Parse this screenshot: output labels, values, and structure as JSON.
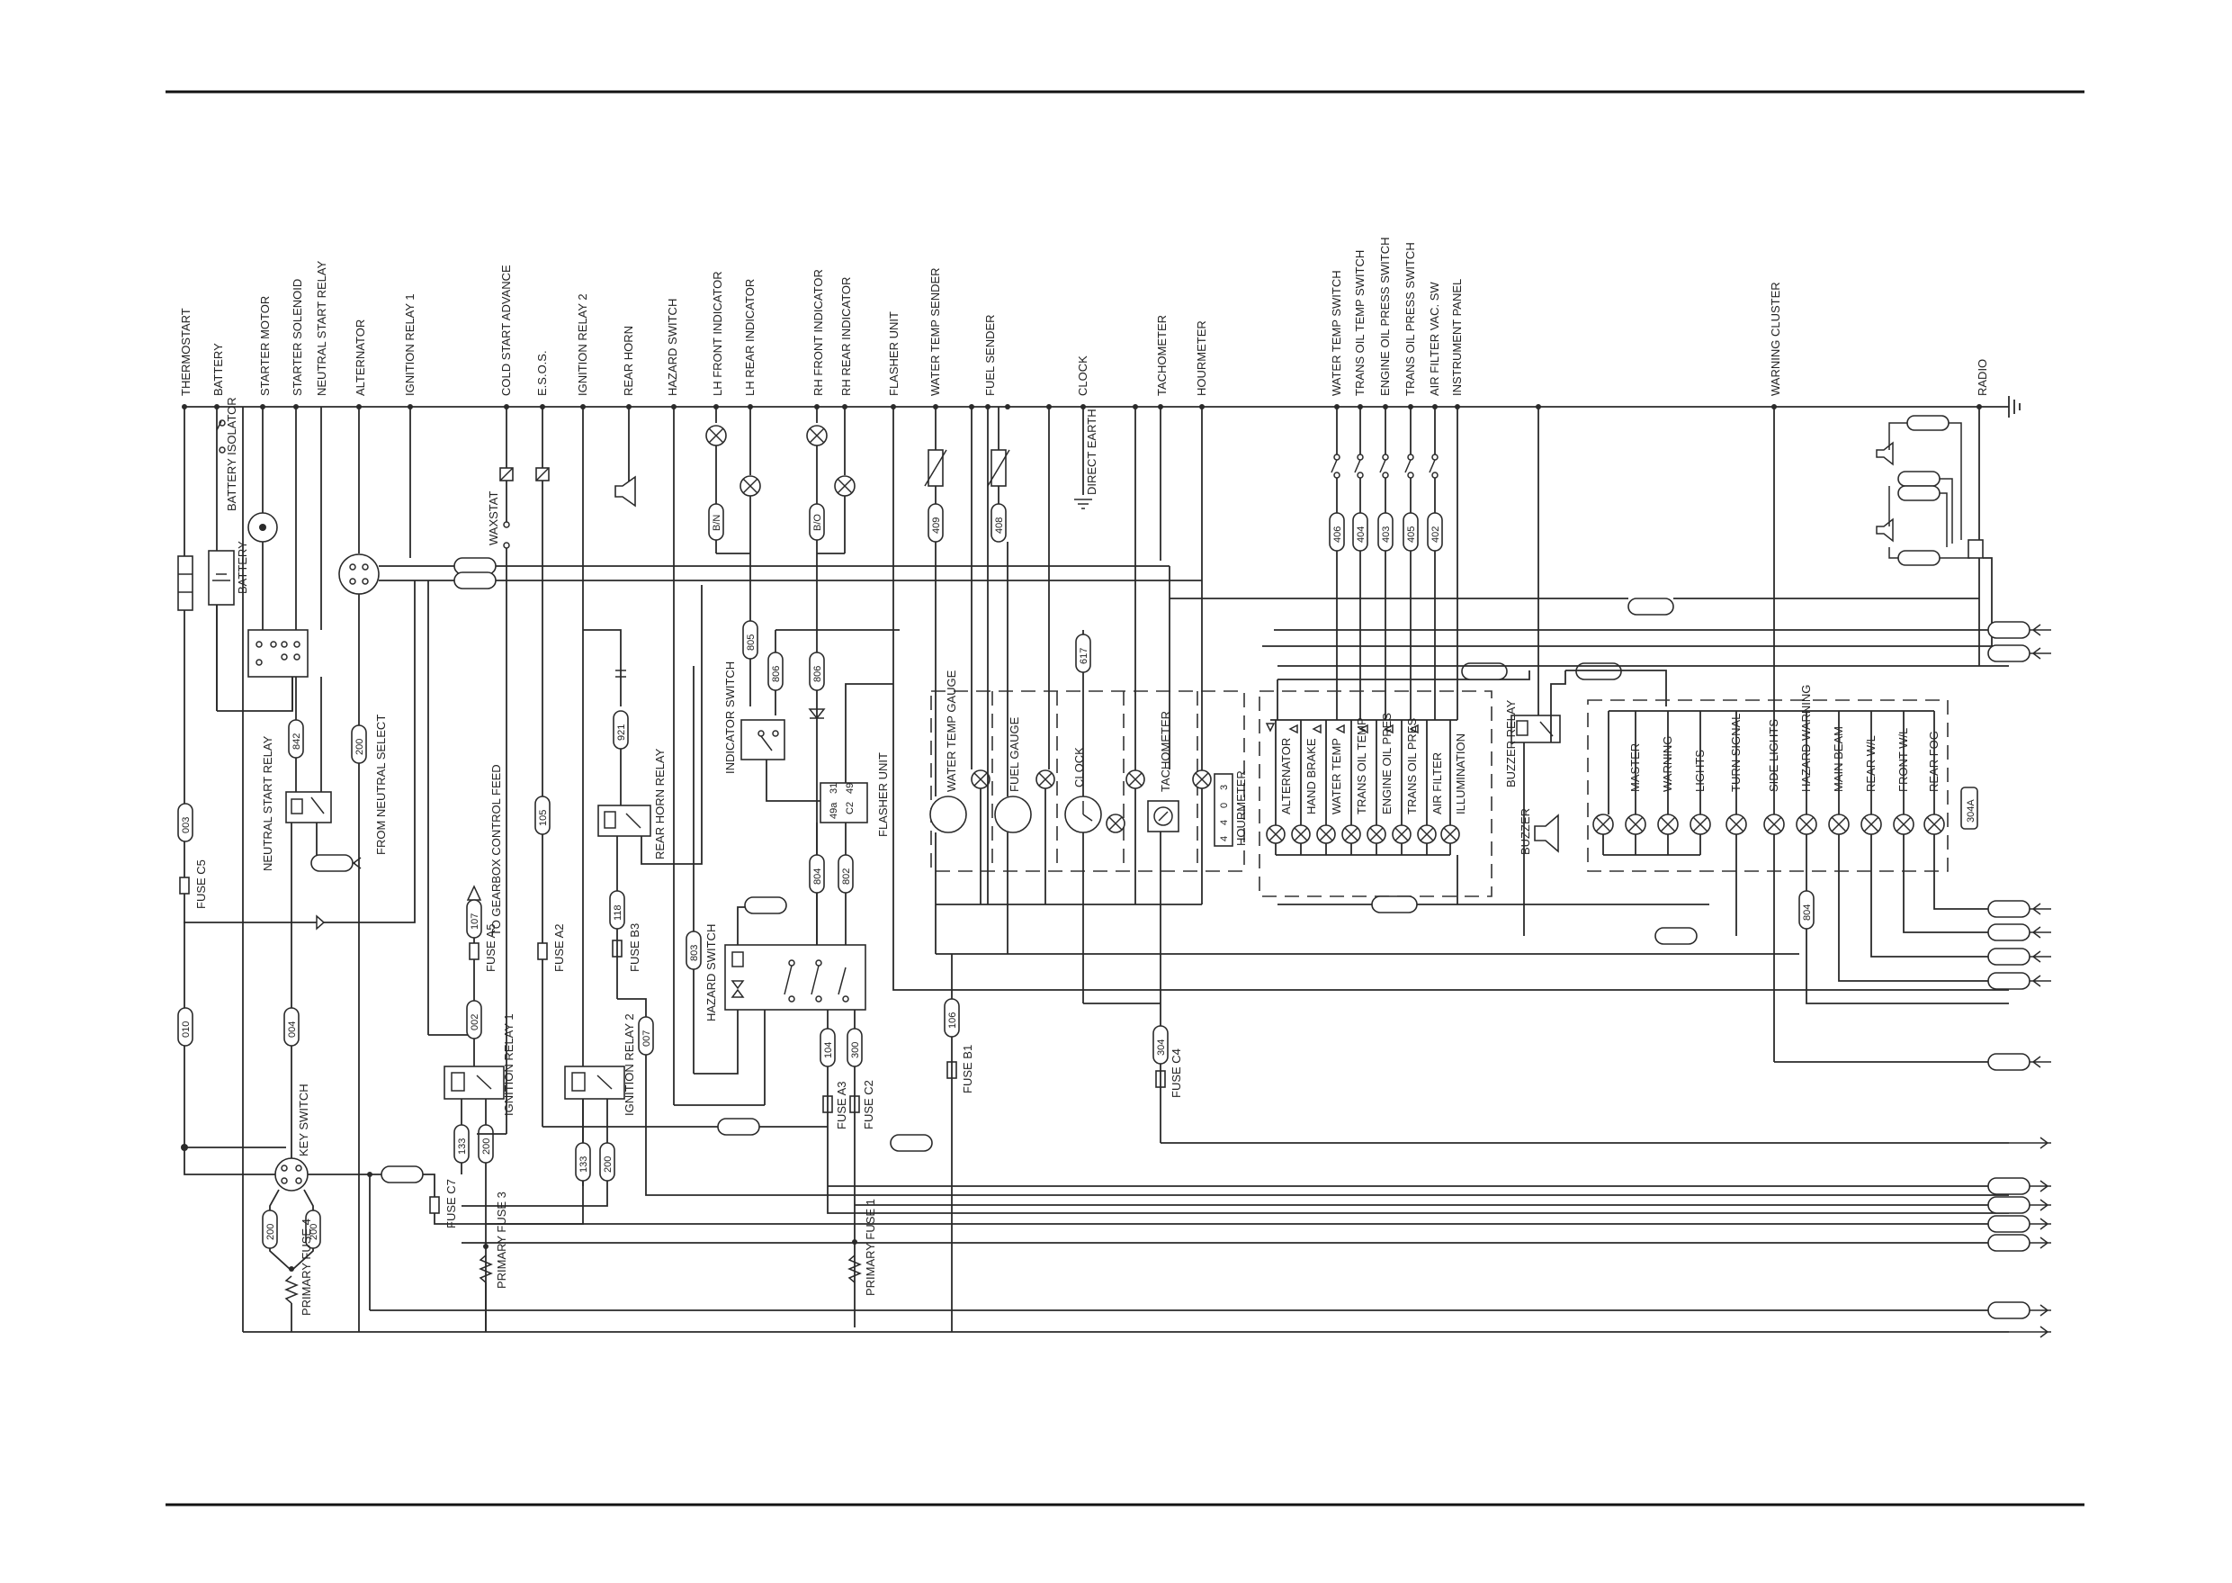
{
  "top_labels": [
    "THERMOSTART",
    "BATTERY",
    "STARTER MOTOR",
    "STARTER SOLENOID",
    "NEUTRAL START RELAY",
    "ALTERNATOR",
    "IGNITION RELAY 1",
    "COLD START ADVANCE",
    "E.S.O.S.",
    "IGNITION RELAY 2",
    "REAR HORN",
    "HAZARD SWITCH",
    "LH FRONT INDICATOR",
    "LH REAR INDICATOR",
    "RH FRONT INDICATOR",
    "RH REAR INDICATOR",
    "FLASHER UNIT",
    "WATER TEMP SENDER",
    "FUEL SENDER",
    "CLOCK",
    "TACHOMETER",
    "HOURMETER",
    "WATER TEMP SWITCH",
    "TRANS OIL TEMP SWITCH",
    "ENGINE OIL PRESS SWITCH",
    "TRANS OIL PRESS SWITCH",
    "AIR FILTER VAC. SW",
    "INSTRUMENT PANEL",
    "WARNING CLUSTER",
    "RADIO"
  ],
  "component_labels": {
    "battery_isolator": "BATTERY ISOLATOR",
    "battery": "BATTERY",
    "neutral_start_relay": "NEUTRAL START RELAY",
    "fuse_c5": "FUSE C5",
    "from_neutral_select": "FROM NEUTRAL SELECT",
    "waxstat": "WAXSTAT",
    "to_gearbox": "TO GEARBOX CONTROL FEED",
    "fuse_a5": "FUSE A5",
    "fuse_a2": "FUSE A2",
    "fuse_b3": "FUSE B3",
    "rear_horn_relay": "REAR HORN RELAY",
    "hazard_switch": "HAZARD SWITCH",
    "indicator_switch": "INDICATOR SWITCH",
    "flasher_unit": "FLASHER UNIT",
    "direct_earth": "DIRECT EARTH",
    "water_temp_gauge": "WATER TEMP GAUGE",
    "fuel_gauge": "FUEL GAUGE",
    "clock": "CLOCK",
    "tachometer": "TACHOMETER",
    "hourmeter": "HOURMETER",
    "fuse_b1": "FUSE B1",
    "fuse_c4": "FUSE C4",
    "fuse_a3": "FUSE A3",
    "fuse_c2": "FUSE C2",
    "primary_fuse_1": "PRIMARY FUSE 1",
    "ignition_relay_1": "IGNITION RELAY 1",
    "ignition_relay_2": "IGNITION RELAY 2",
    "fuse_c7": "FUSE C7",
    "primary_fuse_3": "PRIMARY FUSE 3",
    "key_switch": "KEY SWITCH",
    "primary_fuse_4": "PRIMARY FUSE 4",
    "buzzer_relay": "BUZZER RELAY",
    "buzzer": "BUZZER",
    "flasher_terminals": [
      "49a",
      "31",
      "49",
      "C2"
    ]
  },
  "panel_lamps": [
    "ALTERNATOR",
    "HAND BRAKE",
    "WATER TEMP",
    "TRANS OIL TEMP",
    "ENGINE OIL PRES",
    "TRANS OIL PRES",
    "AIR FILTER",
    "ILLUMINATION"
  ],
  "cluster_lamps": [
    "MASTER",
    "WARNING",
    "LIGHTS",
    "TURN SIGNAL",
    "SIDE LIGHTS",
    "HAZARD WARNING",
    "MAIN BEAM",
    "REAR W/L",
    "FRONT W/L",
    "REAR FOG"
  ],
  "hourmeter_digits": [
    "4",
    "4",
    "0",
    "3"
  ],
  "wire_numbers": {
    "w003": "003",
    "w010": "010",
    "w004": "004",
    "w842": "842",
    "w200a": "200",
    "w105": "105",
    "w107": "107",
    "w002": "002",
    "w921": "921",
    "w118": "118",
    "w007": "007",
    "w803": "803",
    "w805": "805",
    "w806a": "806",
    "w806b": "806",
    "w804a": "804",
    "w802": "802",
    "w104": "104",
    "w300": "300",
    "w409a": "409",
    "w408": "408",
    "w106": "106",
    "w617": "617",
    "w304": "304",
    "w406": "406",
    "w404": "404",
    "w403": "403",
    "w405": "405",
    "w402": "402",
    "w804b": "804",
    "w304a": "304A",
    "w133a": "133",
    "w200b": "200",
    "w133b": "133",
    "w200c": "200",
    "w200d": "200",
    "w200e": "200",
    "bn": "B/N",
    "bo": "B/O"
  }
}
